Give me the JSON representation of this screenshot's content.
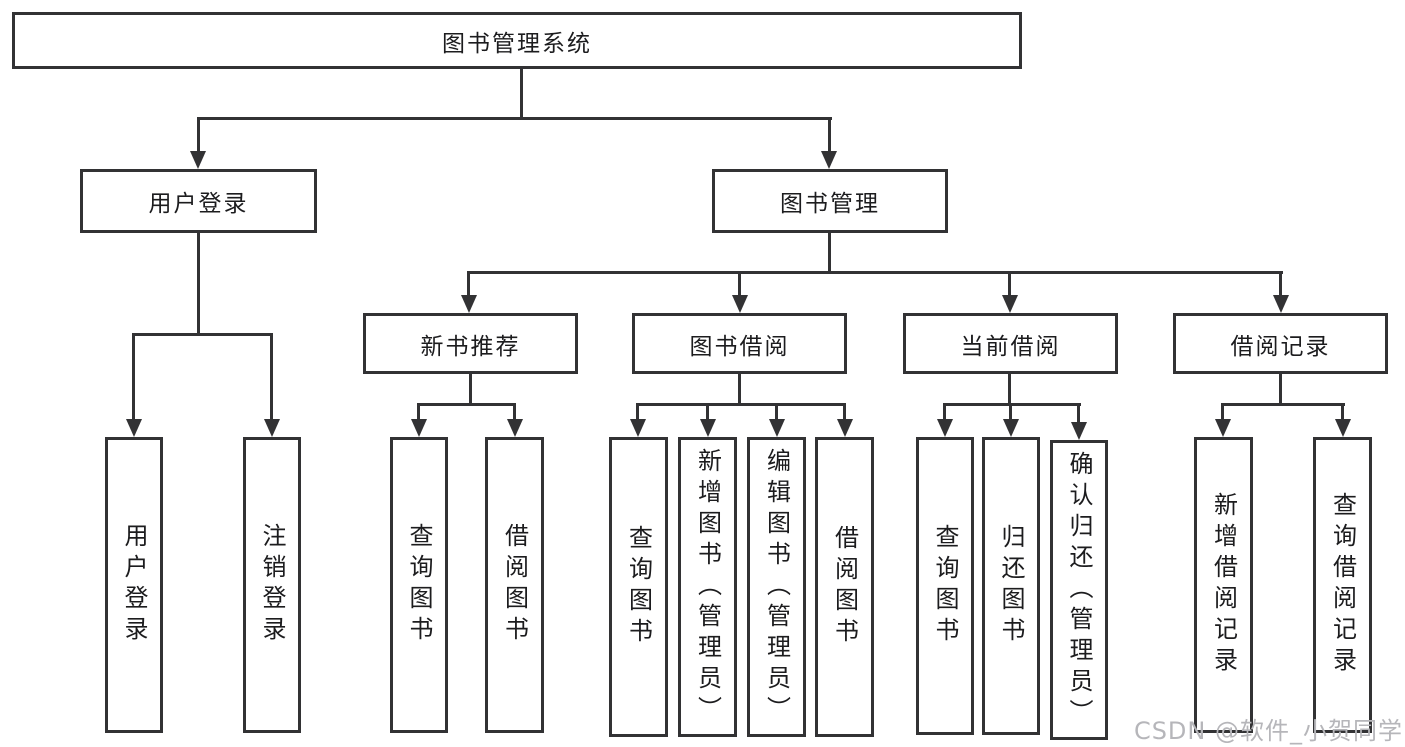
{
  "colors": {
    "line": "#323234",
    "text": "#1c1c1e",
    "watermark": "#b6b6ba",
    "background": "#ffffff"
  },
  "diagram": {
    "title": "图书管理系统",
    "branches": [
      {
        "label": "用户登录",
        "children": [
          {
            "label": "用户登录"
          },
          {
            "label": "注销登录"
          }
        ]
      },
      {
        "label": "图书管理",
        "children": [
          {
            "label": "新书推荐",
            "children": [
              {
                "label": "查询图书"
              },
              {
                "label": "借阅图书"
              }
            ]
          },
          {
            "label": "图书借阅",
            "children": [
              {
                "label": "查询图书"
              },
              {
                "label": "新增图书（管理员）"
              },
              {
                "label": "编辑图书（管理员）"
              },
              {
                "label": "借阅图书"
              }
            ]
          },
          {
            "label": "当前借阅",
            "children": [
              {
                "label": "查询图书"
              },
              {
                "label": "归还图书"
              },
              {
                "label": "确认归还（管理员）"
              }
            ]
          },
          {
            "label": "借阅记录",
            "children": [
              {
                "label": "新增借阅记录"
              },
              {
                "label": "查询借阅记录"
              }
            ]
          }
        ]
      }
    ]
  },
  "watermark": {
    "text": "CSDN @软件_小贺同学"
  }
}
